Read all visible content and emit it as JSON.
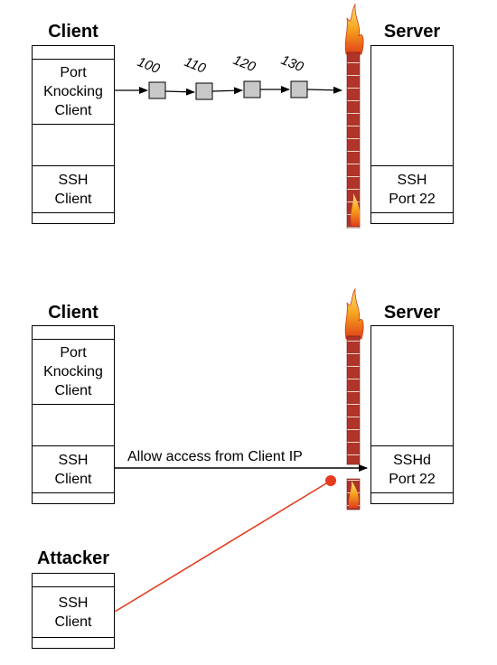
{
  "top": {
    "client_title": "Client",
    "server_title": "Server",
    "client_cells": [
      "Port\nKnocking\nClient",
      "SSH\nClient"
    ],
    "server_cell": "SSH\nPort 22",
    "knocks": [
      "100",
      "110",
      "120",
      "130"
    ]
  },
  "bottom": {
    "client_title": "Client",
    "server_title": "Server",
    "client_cells": [
      "Port\nKnocking\nClient",
      "SSH\nClient"
    ],
    "server_cell": "SSHd\nPort 22",
    "allow_label": "Allow access from Client IP",
    "attacker_title": "Attacker",
    "attacker_cell": "SSH\nClient"
  },
  "colors": {
    "firewall_brick": "#b0342a",
    "flame": "#f2a11d",
    "attack_line": "#e53b1f",
    "knock_packet": "#c8c8c8"
  }
}
